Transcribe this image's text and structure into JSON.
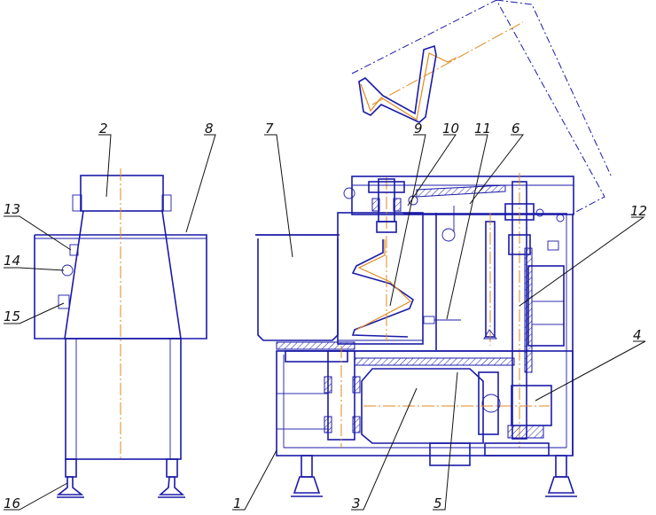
{
  "diagram": {
    "callouts": [
      {
        "id": "c1",
        "text": "1"
      },
      {
        "id": "c2",
        "text": "2"
      },
      {
        "id": "c3",
        "text": "3"
      },
      {
        "id": "c4",
        "text": "4"
      },
      {
        "id": "c5",
        "text": "5"
      },
      {
        "id": "c6",
        "text": "6"
      },
      {
        "id": "c7",
        "text": "7"
      },
      {
        "id": "c8",
        "text": "8"
      },
      {
        "id": "c9",
        "text": "9"
      },
      {
        "id": "c10",
        "text": "10"
      },
      {
        "id": "c11",
        "text": "11"
      },
      {
        "id": "c12",
        "text": "12"
      },
      {
        "id": "c13",
        "text": "13"
      },
      {
        "id": "c14",
        "text": "14"
      },
      {
        "id": "c15",
        "text": "15"
      },
      {
        "id": "c16",
        "text": "16"
      }
    ],
    "colors": {
      "outline": "#1a1aa8",
      "centerline": "#e08a1e",
      "leader": "#111111",
      "background": "#ffffff"
    }
  }
}
